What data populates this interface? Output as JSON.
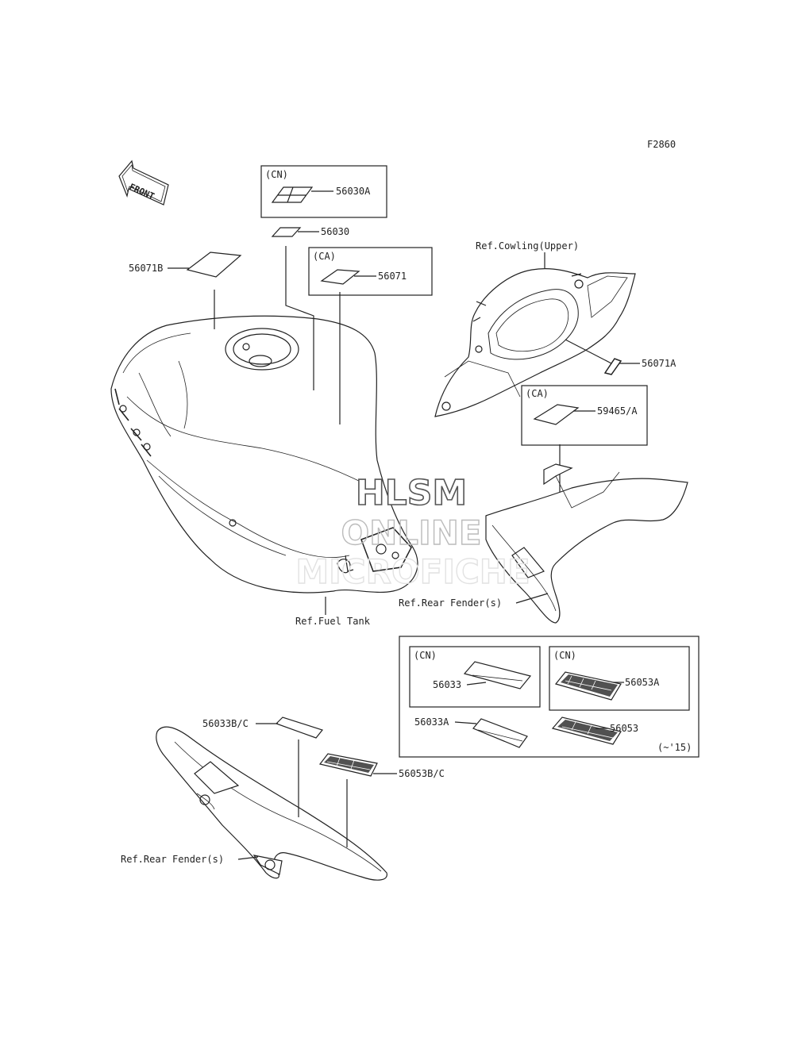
{
  "diagram_code": "F2860",
  "front_label": "FRONT",
  "watermark": {
    "line1": "HLSM",
    "line2": "ONLINE",
    "line3": "MICROFICHE"
  },
  "boxes": {
    "cn_top": "(CN)",
    "ca_tank": "(CA)",
    "ca_cowl": "(CA)",
    "cn_left": "(CN)",
    "cn_right": "(CN)",
    "years": "(~'15)"
  },
  "parts": {
    "p56030A": "56030A",
    "p56030": "56030",
    "p56071B": "56071B",
    "p56071": "56071",
    "p56071A": "56071A",
    "p59465A": "59465/A",
    "p56033": "56033",
    "p56053A": "56053A",
    "p56033A": "56033A",
    "p56053": "56053",
    "p56033BC": "56033B/C",
    "p56053BC": "56053B/C"
  },
  "refs": {
    "cowling": "Ref.Cowling(Upper)",
    "fuel_tank": "Ref.Fuel Tank",
    "rear_fender_right": "Ref.Rear Fender(s)",
    "rear_fender_left": "Ref.Rear Fender(s)"
  }
}
